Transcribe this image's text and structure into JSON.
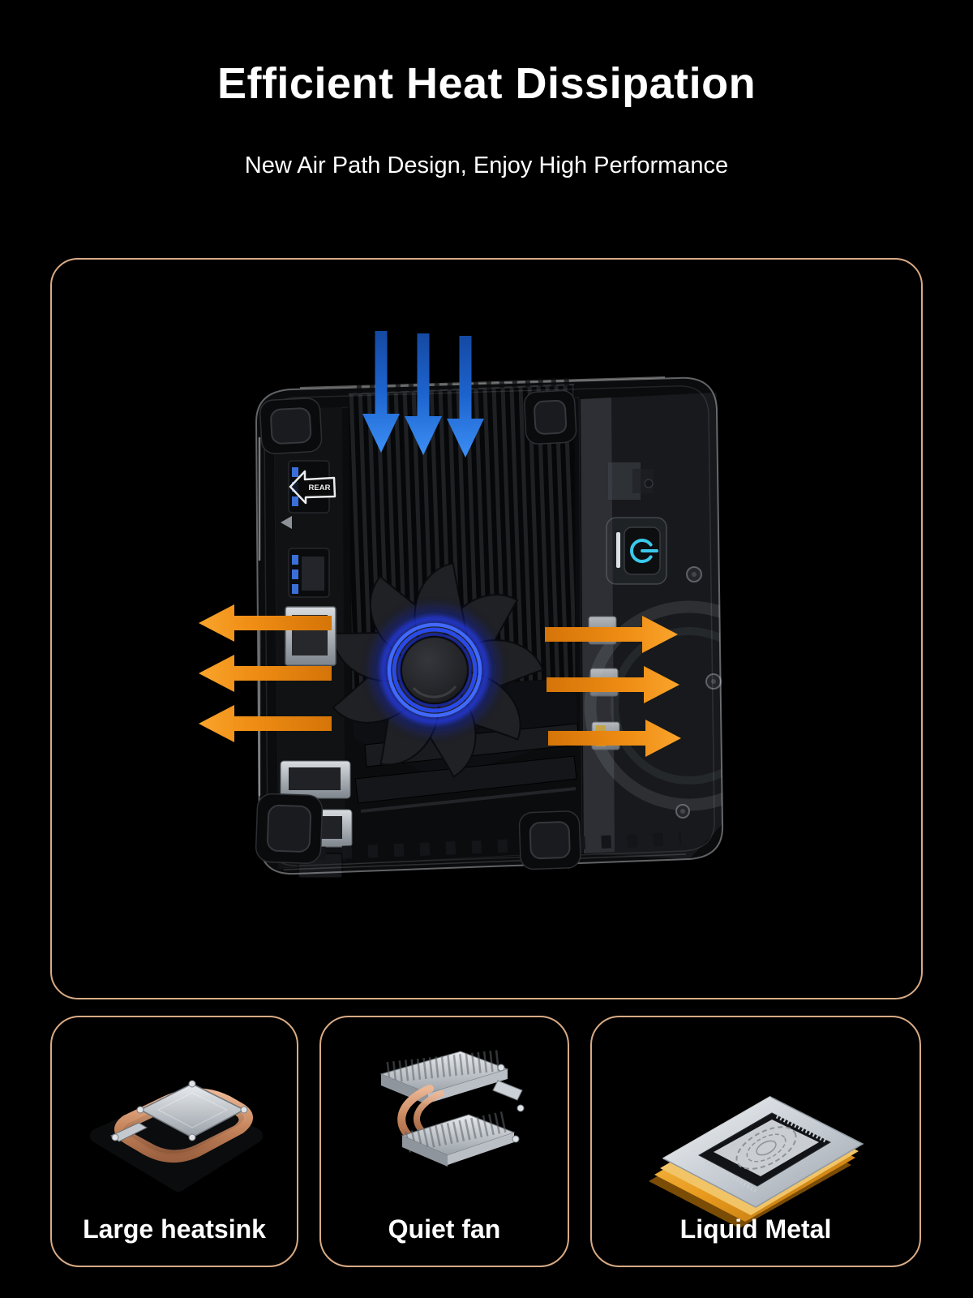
{
  "header": {
    "title": "Efficient Heat Dissipation",
    "subtitle": "New Air Path Design, Enjoy High Performance"
  },
  "hero": {
    "rear_label": "REAR",
    "intake_arrow_count": 3,
    "exhaust_left_arrow_count": 3,
    "exhaust_right_arrow_count": 3
  },
  "cards": [
    {
      "label": "Large heatsink"
    },
    {
      "label": "Quiet fan"
    },
    {
      "label": "Liquid Metal"
    }
  ],
  "colors": {
    "background": "#000000",
    "panel_border": "#d8ab85",
    "text": "#ffffff",
    "airflow_in_blue": "#2f82f5",
    "airflow_out_orange": "#f59b28",
    "fan_glow_blue": "#2b55ff",
    "power_icon_cyan": "#3ac9ea",
    "copper": "#c9885f",
    "gold": "#e89a1d"
  }
}
